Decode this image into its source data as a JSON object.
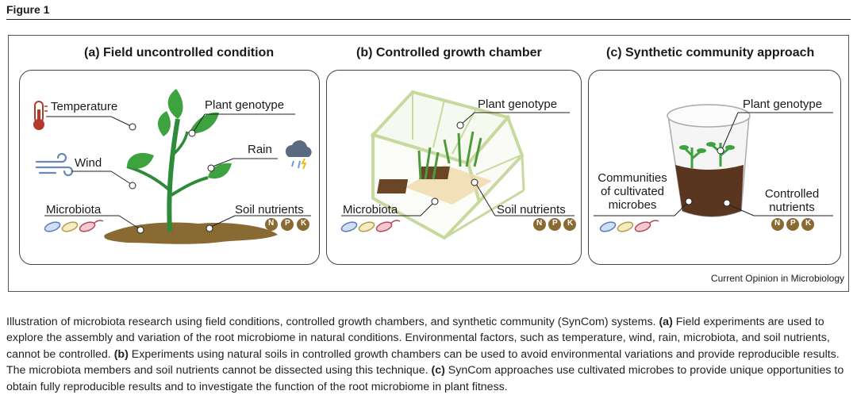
{
  "figure_label": "Figure 1",
  "panels": {
    "a": {
      "title": "(a) Field uncontrolled condition",
      "labels": {
        "temperature": "Temperature",
        "plant_genotype": "Plant genotype",
        "wind": "Wind",
        "rain": "Rain",
        "microbiota": "Microbiota",
        "soil_nutrients": "Soil nutrients"
      }
    },
    "b": {
      "title": "(b) Controlled growth chamber",
      "labels": {
        "plant_genotype": "Plant genotype",
        "microbiota": "Microbiota",
        "soil_nutrients": "Soil nutrients"
      }
    },
    "c": {
      "title": "(c) Synthetic community approach",
      "labels": {
        "plant_genotype": "Plant genotype",
        "communities_line1": "Communities",
        "communities_line2": "of cultivated",
        "communities_line3": "microbes",
        "controlled_line1": "Controlled",
        "controlled_line2": "nutrients"
      }
    }
  },
  "nutrients": [
    "N",
    "P",
    "K"
  ],
  "credit": "Current Opinion in Microbiology",
  "caption": {
    "intro": "Illustration of microbiota research using field conditions, controlled growth chambers, and synthetic community (SynCom) systems.",
    "a_tag": "(a)",
    "a_text": "Field experiments are used to explore the assembly and variation of the root microbiome in natural conditions. Environmental factors, such as temperature, wind, rain, microbiota, and soil nutrients, cannot be controlled.",
    "b_tag": "(b)",
    "b_text": "Experiments using natural soils in controlled growth chambers can be used to avoid environmental variations and provide reproducible results. The microbiota members and soil nutrients cannot be dissected using this technique.",
    "c_tag": "(c)",
    "c_text": "SynCom approaches use cultivated microbes to provide unique opportunities to obtain fully reproducible results and to investigate the function of the root microbiome in plant fitness."
  },
  "colors": {
    "leaf": "#2e8b3a",
    "soil": "#8a6a33",
    "nutrient_badge": "#8a6a33",
    "chamber_frame": "#c8d9a0",
    "cup_soil": "#5a3620"
  }
}
